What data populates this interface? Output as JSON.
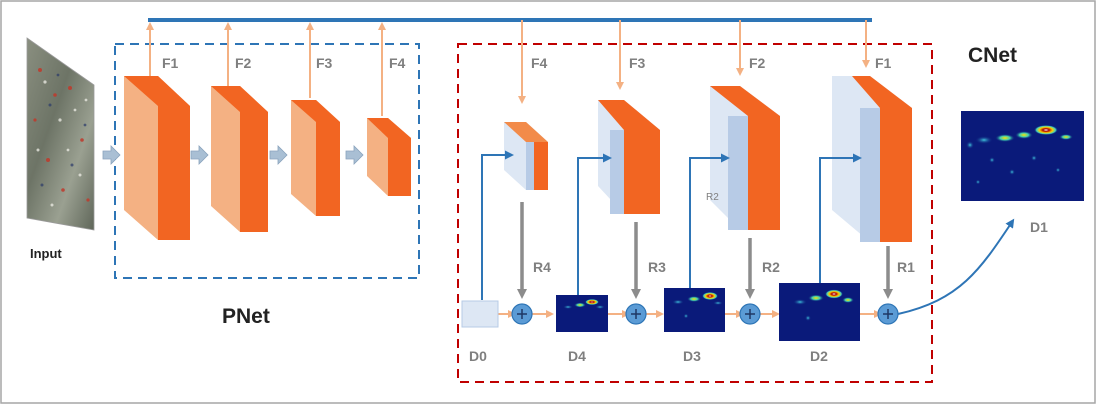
{
  "labels": {
    "input": "Input",
    "pnet": "PNet",
    "cnet": "CNet",
    "pnet_features": [
      "F1",
      "F2",
      "F3",
      "F4"
    ],
    "cnet_features": [
      "F4",
      "F3",
      "F2",
      "F1"
    ],
    "residuals": [
      "R4",
      "R3",
      "R2",
      "R1"
    ],
    "density_maps": [
      "D0",
      "D4",
      "D3",
      "D2",
      "D1"
    ],
    "r2_fragment": "R2"
  },
  "colors": {
    "orange_front": "#f26522",
    "orange_light": "#f4b183",
    "orange_arrow": "#f4b183",
    "blue_line": "#2e75b6",
    "pnet_border": "#2e75b6",
    "cnet_border": "#c00000",
    "light_blue_block": "#c5d7ee",
    "grey_arrow": "#8c8c8c",
    "heatmap_bg": "#0a1a7a"
  },
  "icons": {
    "plus_node": "plus-circle-icon",
    "input_image": "crowd-photo"
  }
}
